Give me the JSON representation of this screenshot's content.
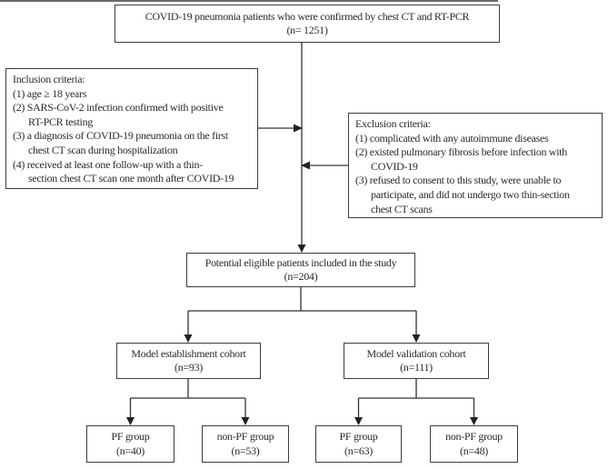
{
  "figure": {
    "type": "patient-flowchart",
    "topic": "COVID-19 pneumonia study cohort selection"
  },
  "nodes": {
    "top": {
      "label": "COVID-19 pneumonia patients who were confirmed by chest CT and RT-PCR",
      "n": "(n= 1251)"
    },
    "eligible": {
      "label": "Potential eligible patients included in the study",
      "n": "(n=204)"
    },
    "establishment": {
      "label": "Model establishment cohort",
      "n": "(n=93)"
    },
    "validation": {
      "label": "Model validation cohort",
      "n": "(n=111)"
    },
    "pf_establishment": {
      "label": "PF group",
      "n": "(n=40)"
    },
    "nonpf_establishment": {
      "label": "non-PF group",
      "n": "(n=53)"
    },
    "pf_validation": {
      "label": "PF group",
      "n": "(n=63)"
    },
    "nonpf_validation": {
      "label": "non-PF group",
      "n": "(n=48)"
    }
  },
  "inclusion": {
    "lines": [
      "Inclusion criteria:",
      "(1) age ≥ 18 years",
      "(2) SARS-CoV-2 infection confirmed with positive",
      "RT-PCR testing",
      "(3) a diagnosis of COVID-19 pneumonia on the first",
      "chest CT scan during hospitalization",
      "(4) received at least one follow-up with a thin-",
      "section chest CT scan one month after COVID-19"
    ]
  },
  "exclusion": {
    "lines": [
      "Exclusion criteria:",
      "(1) complicated with any autoimmune diseases",
      "(2) existed pulmonary fibrosis before infection with",
      "COVID-19",
      "(3) refused to consent to this study, were unable to",
      "participate, and did not undergo two thin-section",
      "chest CT scans"
    ]
  },
  "colors": {
    "background": "#ffffff",
    "box_border": "#3d3d3d",
    "text": "#2b2b2b",
    "connector": "#333333"
  }
}
